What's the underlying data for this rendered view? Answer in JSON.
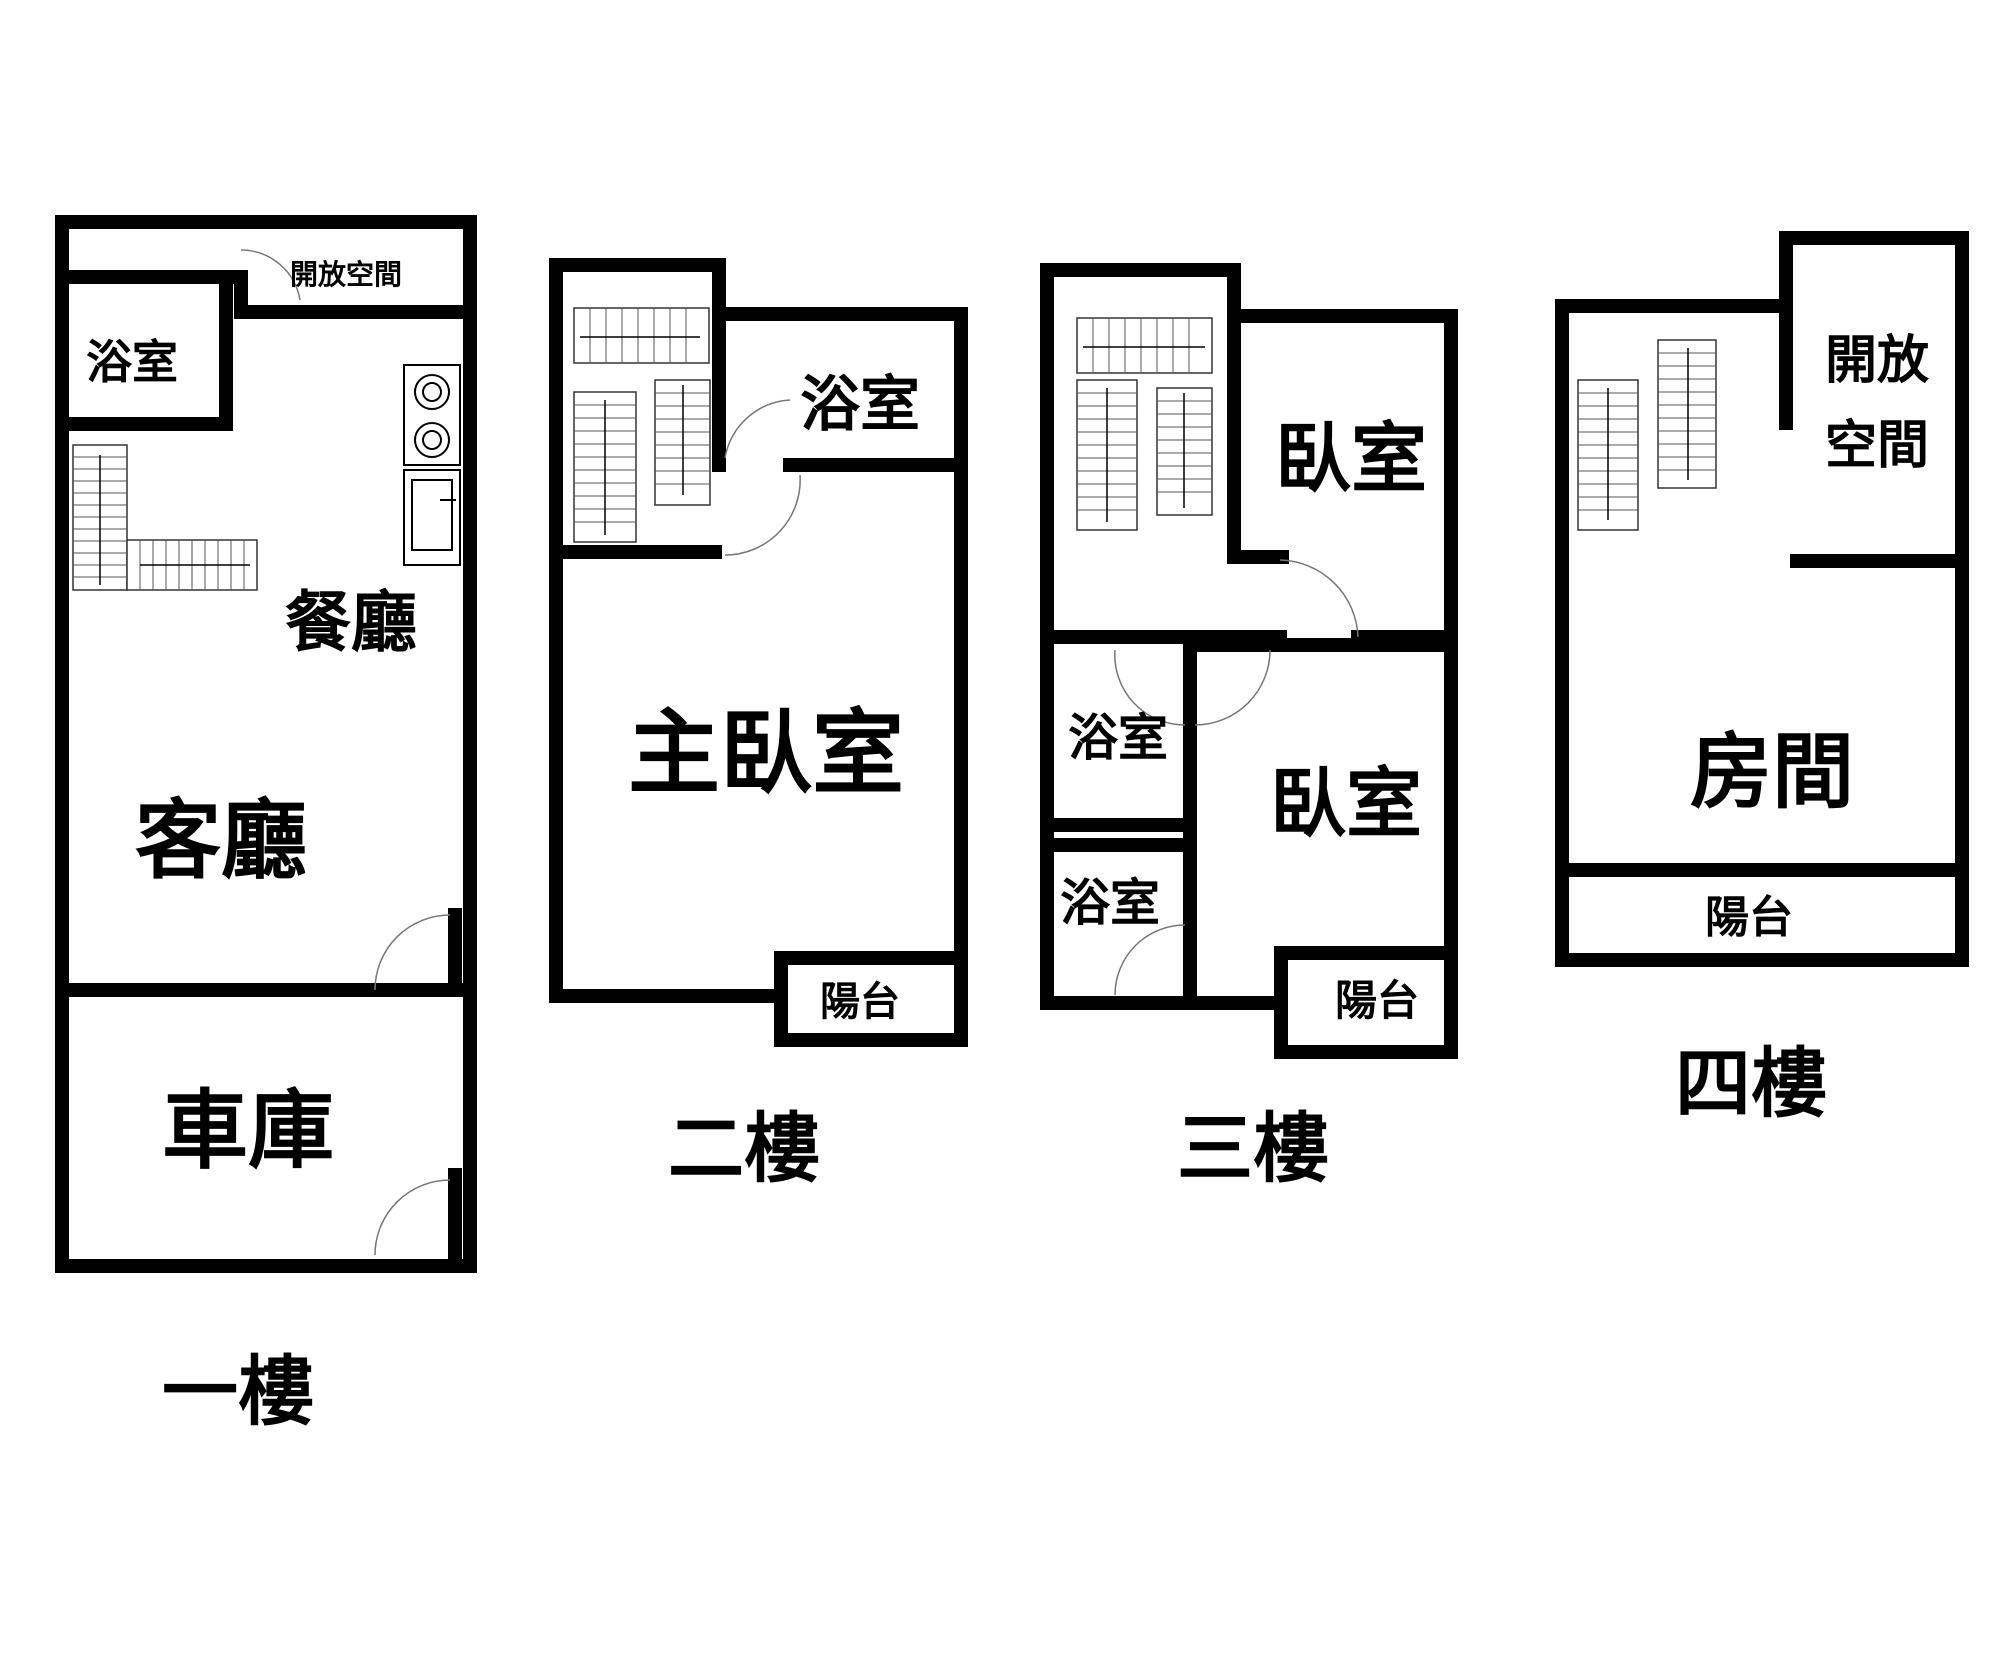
{
  "floors": {
    "f1": {
      "title": "一樓",
      "rooms": {
        "open_space": "開放空間",
        "bathroom": "浴室",
        "dining": "餐廳",
        "living": "客廳",
        "garage": "車庫"
      }
    },
    "f2": {
      "title": "二樓",
      "rooms": {
        "bathroom": "浴室",
        "master_bedroom": "主臥室",
        "balcony": "陽台"
      }
    },
    "f3": {
      "title": "三樓",
      "rooms": {
        "bedroom_top": "臥室",
        "bathroom_1": "浴室",
        "bathroom_2": "浴室",
        "bedroom_bottom": "臥室",
        "balcony": "陽台"
      }
    },
    "f4": {
      "title": "四樓",
      "rooms": {
        "open_space_1": "開放",
        "open_space_2": "空間",
        "room": "房間",
        "balcony": "陽台"
      }
    }
  }
}
